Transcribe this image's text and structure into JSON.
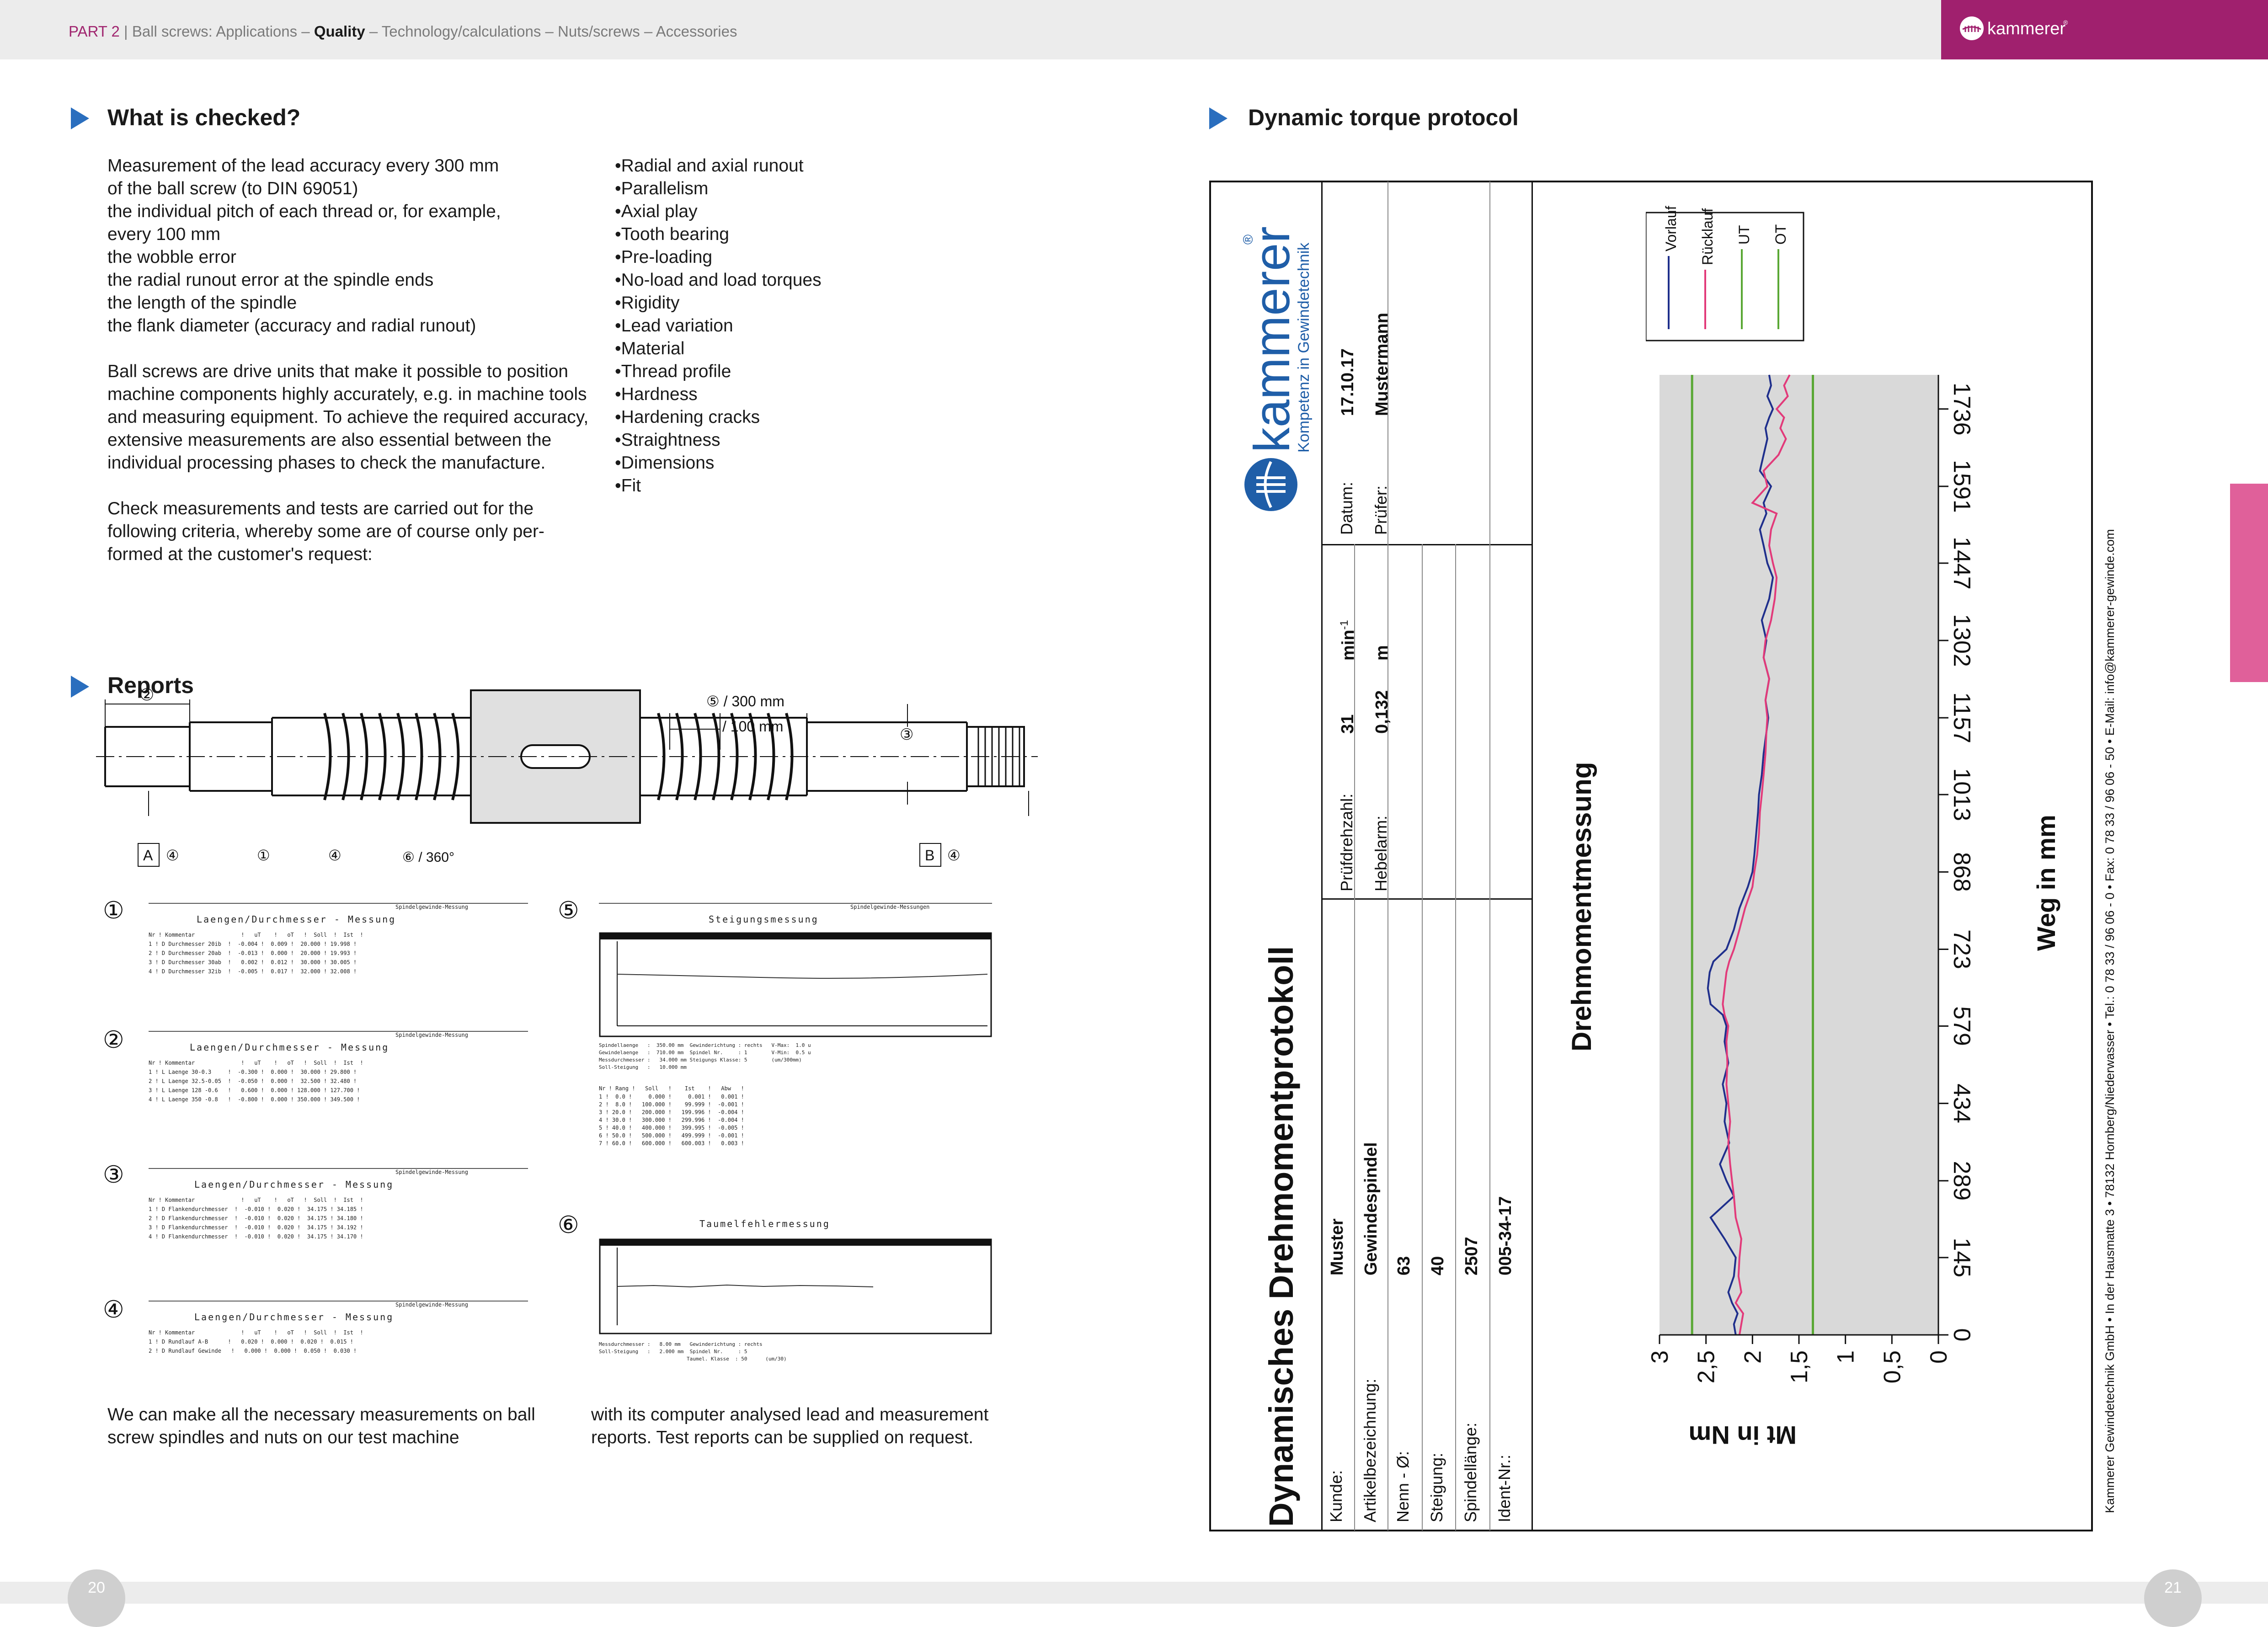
{
  "header": {
    "part": "PART 2",
    "sep": " | ",
    "crumb_pre": "Ball screws: Applications – ",
    "crumb_bold": "Quality",
    "crumb_post": " – Technology/calculations – Nuts/screws – Accessories",
    "brand": "kammerer",
    "brand_reg": "®"
  },
  "left": {
    "what_title": "What is checked?",
    "intro_lines": [
      "Measurement of the lead accuracy every 300 mm",
      "of the ball screw (to DIN 69051)",
      "the individual pitch of each thread or, for example,",
      "every 100 mm",
      "the wobble error",
      "the radial runout error at the spindle ends",
      "the length of the spindle",
      "the flank diameter (accuracy and radial runout)"
    ],
    "para2": "Ball screws are drive units that make it possible to position machine components highly accurately, e.g. in machine tools and measuring equipment. To achieve the required accuracy, extensive measurements are also essential between the individual processing phases to check the manufacture.",
    "para3": "Check measurements and tests are carried out for the following criteria, whereby some are of course only per-formed at the customer's request:",
    "bullets": [
      "Radial and axial runout",
      "Parallelism",
      "Axial play",
      "Tooth bearing",
      "Pre-loading",
      "No-load and load torques",
      "Rigidity",
      "Lead variation",
      "Material",
      "Thread profile",
      "Hardness",
      "Hardening cracks",
      "Straightness",
      "Dimensions",
      "Fit"
    ],
    "reports_title": "Reports",
    "drawing": {
      "n2": "②",
      "n3": "③",
      "n4a": "④",
      "n4b": "④",
      "n1": "①",
      "a": "A",
      "b": "B",
      "dim300": "⑤ / 300 mm",
      "dim100": "/ 100 mm",
      "dim360": "⑥ / 360°"
    },
    "caption_left": "We can make all the necessary measurements on ball screw spindles and nuts on our test machine",
    "caption_right": "with its computer analysed lead and measurement reports. Test reports can be supplied on request.",
    "report_nums": [
      "①",
      "②",
      "③",
      "④",
      "⑤",
      "⑥"
    ],
    "rpt_header": "Spindelgewinde-Messung",
    "rpt_header5": "Spindelgewinde-Messungen",
    "rpt_title_ld": "Laengen/Durchmesser - Messung",
    "rpt_title_st": "Steigungsmessung",
    "rpt_title_tf": "Taumelfehlermessung",
    "rpt_cols": "Nr ! Kommentar              !   uT    !   oT   !  Soll  !  Ist  !",
    "rpt1_rows": [
      "1 ! D Durchmesser 20ib  !  -0.004 !  0.009 !  20.000 ! 19.998 !",
      "2 ! D Durchmesser 20ab  !  -0.013 !  0.000 !  20.000 ! 19.993 !",
      "3 ! D Durchmesser 30ab  !   0.002 !  0.012 !  30.000 ! 30.005 !",
      "4 ! D Durchmesser 32ib  !  -0.005 !  0.017 !  32.000 ! 32.008 !"
    ],
    "rpt2_rows": [
      "1 ! L Laenge 30-0.3     !  -0.300 !  0.000 !  30.000 ! 29.800 !",
      "2 ! L Laenge 32.5-0.05  !  -0.050 !  0.000 !  32.500 ! 32.480 !",
      "3 ! L Laenge 128 -0.6   !   0.600 !  0.000 ! 128.000 ! 127.700 !",
      "4 ! L Laenge 350 -0.8   !  -0.800 !  0.000 ! 350.000 ! 349.500 !"
    ],
    "rpt3_rows": [
      "1 ! D Flankendurchmesser  !  -0.010 !  0.020 !  34.175 ! 34.185 !",
      "2 ! D Flankendurchmesser  !  -0.010 !  0.020 !  34.175 ! 34.180 !",
      "3 ! D Flankendurchmesser  !  -0.010 !  0.020 !  34.175 ! 34.192 !",
      "4 ! D Flankendurchmesser  !  -0.010 !  0.020 !  34.175 ! 34.170 !"
    ],
    "rpt4_rows": [
      "1 ! D Rundlauf A-B      !   0.020 !  0.000 !  0.020 !  0.015 !",
      "2 ! D Rundlauf Gewinde   !   0.000 !  0.000 !  0.050 !  0.030 !"
    ],
    "rpt5_info": [
      "Spindellaenge   :  350.00 mm  Gewinderichtung : rechts   V-Max:  1.0 u",
      "Gewindelaenge   :  710.00 mm  Spindel Nr.     : 1        V-Min:  0.5 u",
      "Messdurchmesser :   34.000 mm Steigungs Klasse: 5        (um/300mm)",
      "Soll-Steigung   :   10.000 mm"
    ],
    "rpt5_cols": "Nr ! Rang !   Soll   !    Ist    !   Abw   !",
    "rpt5_rows": [
      "1 !  0.0 !     0.000 !     0.001 !   0.001 !",
      "2 !  8.0 !   100.000 !    99.999 !  -0.001 !",
      "3 ! 20.0 !   200.000 !   199.996 !  -0.004 !",
      "4 ! 30.0 !   300.000 !   299.996 !  -0.004 !",
      "5 ! 40.0 !   400.000 !   399.995 !  -0.005 !",
      "6 ! 50.0 !   500.000 !   499.999 !  -0.001 !",
      "7 ! 60.0 !   600.000 !   600.003 !   0.003 !"
    ],
    "rpt6_info": [
      "Messdurchmesser :   8.00 mm   Gewinderichtung : rechts",
      "Soll-Steigung   :   2.000 mm  Spindel Nr.     : 5",
      "                             Taumel. Klasse  : 50      (um/30)"
    ]
  },
  "right": {
    "title": "Dynamic torque protocol",
    "protocol_title": "Dynamisches Drehmomentprotokoll",
    "logo_name": "kammerer",
    "logo_reg": "®",
    "logo_tag": "Kompetenz in Gewindetechnik",
    "fields": [
      {
        "label": "Kunde:",
        "value": "Muster"
      },
      {
        "label": "Artikelbezeichnung:",
        "value": "Gewindespindel"
      },
      {
        "label": "Nenn - Ø:",
        "value": "63"
      },
      {
        "label": "Steigung:",
        "value": "40"
      },
      {
        "label": "Spindellänge:",
        "value": "2507"
      },
      {
        "label": "Ident-Nr.:",
        "value": "005-34-17"
      }
    ],
    "pruef_label": "Prüfdrehzahl:",
    "pruef_value": "31",
    "pruef_unit": "min",
    "pruef_exp": "-1",
    "hebel_label": "Hebelarm:",
    "hebel_value": "0,132",
    "hebel_unit": "m",
    "datum_label": "Datum:",
    "datum_value": "17.10.17",
    "pruefer_label": "Prüfer:",
    "pruefer_value": "Mustermann",
    "chart_heading": "Drehmomentmessung",
    "footer": "Kammerer Gewindetechnik GmbH • In der Hausmatte 3 • 78132 Hornberg/Niederwasser • Tel.: 0 78 33 / 96 06 - 0 • Fax: 0 78 33 / 96 06 - 50 • E-Mail: info@kammerer-gewinde.com"
  },
  "page_numbers": {
    "left": "20",
    "right": "21"
  },
  "chart_data": {
    "type": "line",
    "title": "Drehmomentmessung",
    "xlabel": "Weg in mm",
    "ylabel": "Mt in Nm",
    "x_ticks": [
      "0",
      "145",
      "289",
      "434",
      "579",
      "723",
      "868",
      "1013",
      "1157",
      "1302",
      "1447",
      "1591",
      "1736"
    ],
    "y_ticks": [
      "0",
      "0,5",
      "1",
      "1,5",
      "2",
      "2,5",
      "3"
    ],
    "xlim": [
      0,
      1736
    ],
    "ylim": [
      0,
      3
    ],
    "legend_position": "top-right",
    "grid": false,
    "background": "#d9d9d9",
    "series": [
      {
        "name": "Vorlauf",
        "color": "#1f2f8c",
        "x": [
          0,
          20,
          40,
          60,
          80,
          110,
          145,
          180,
          220,
          260,
          289,
          320,
          360,
          400,
          434,
          470,
          510,
          550,
          579,
          600,
          620,
          650,
          680,
          700,
          723,
          760,
          800,
          840,
          868,
          900,
          940,
          980,
          1013,
          1050,
          1090,
          1130,
          1157,
          1190,
          1230,
          1270,
          1302,
          1340,
          1380,
          1420,
          1447,
          1480,
          1510,
          1540,
          1560,
          1591,
          1620,
          1650,
          1680,
          1700,
          1720,
          1736,
          1760,
          1780,
          1800
        ],
        "y": [
          2.18,
          2.2,
          2.16,
          2.22,
          2.26,
          2.2,
          2.18,
          2.3,
          2.45,
          2.2,
          2.28,
          2.35,
          2.25,
          2.3,
          2.28,
          2.32,
          2.26,
          2.3,
          2.28,
          2.32,
          2.45,
          2.48,
          2.46,
          2.42,
          2.28,
          2.2,
          2.14,
          2.05,
          2.0,
          1.98,
          1.96,
          1.94,
          1.93,
          1.9,
          1.88,
          1.85,
          1.83,
          1.86,
          1.82,
          1.88,
          1.85,
          1.9,
          1.82,
          1.78,
          1.84,
          1.88,
          1.92,
          1.85,
          1.88,
          1.8,
          1.92,
          1.88,
          1.84,
          1.86,
          1.82,
          1.78,
          1.84,
          1.8,
          1.82
        ]
      },
      {
        "name": "Rücklauf",
        "color": "#e23a7a",
        "x": [
          0,
          20,
          40,
          60,
          80,
          110,
          145,
          180,
          220,
          260,
          289,
          320,
          360,
          400,
          434,
          470,
          510,
          550,
          579,
          600,
          620,
          650,
          680,
          700,
          723,
          760,
          800,
          840,
          868,
          900,
          940,
          980,
          1013,
          1050,
          1090,
          1130,
          1157,
          1190,
          1230,
          1270,
          1302,
          1340,
          1380,
          1420,
          1447,
          1480,
          1510,
          1540,
          1560,
          1591,
          1620,
          1650,
          1680,
          1700,
          1720,
          1736,
          1760,
          1780,
          1800
        ],
        "y": [
          2.14,
          2.12,
          2.1,
          2.18,
          2.12,
          2.15,
          2.14,
          2.12,
          2.18,
          2.2,
          2.22,
          2.24,
          2.26,
          2.24,
          2.26,
          2.28,
          2.27,
          2.28,
          2.26,
          2.3,
          2.32,
          2.3,
          2.28,
          2.25,
          2.2,
          2.14,
          2.08,
          2.0,
          1.98,
          1.95,
          1.93,
          1.92,
          1.9,
          1.88,
          1.86,
          1.85,
          1.84,
          1.86,
          1.82,
          1.88,
          1.86,
          1.8,
          1.76,
          1.74,
          1.78,
          1.82,
          1.8,
          1.74,
          2.0,
          1.84,
          1.88,
          1.72,
          1.64,
          1.7,
          1.66,
          1.74,
          1.62,
          1.66,
          1.6
        ]
      },
      {
        "name": "UT",
        "color": "#5aa835",
        "x": [
          0,
          1800
        ],
        "y": [
          1.35,
          1.35
        ]
      },
      {
        "name": "OT",
        "color": "#5aa835",
        "x": [
          0,
          1800
        ],
        "y": [
          2.65,
          2.65
        ]
      }
    ]
  }
}
